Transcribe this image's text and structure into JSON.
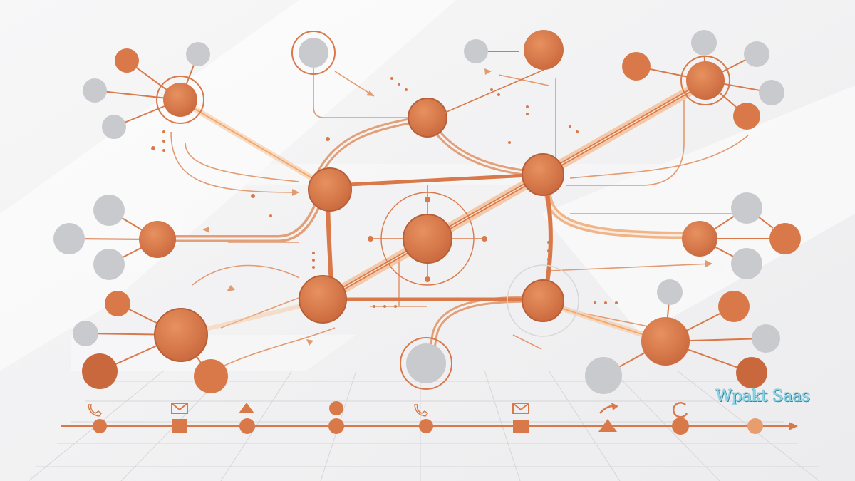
{
  "watermark": {
    "text": "Wpakt Saas"
  },
  "colors": {
    "accent": "#d9794a",
    "accent_dark": "#b85f37",
    "accent_light": "#f0a672",
    "neutral_node": "#c9cacd",
    "neutral_ring": "#b9b9bb",
    "grid": "#d6d6d8",
    "background": "#f3f3f4"
  },
  "diagram": {
    "kind": "network hub-and-spoke",
    "central_node": "hub",
    "clusters": 8,
    "timeline_icons": [
      "phone-icon",
      "mail-icon",
      "triangle-icon",
      "circle-icon",
      "phone-icon",
      "mail-icon",
      "arrow-icon",
      "refresh-icon"
    ],
    "timeline_markers": [
      "circle",
      "square",
      "circle",
      "circle",
      "circle",
      "square",
      "triangle",
      "circle",
      "circle"
    ]
  }
}
